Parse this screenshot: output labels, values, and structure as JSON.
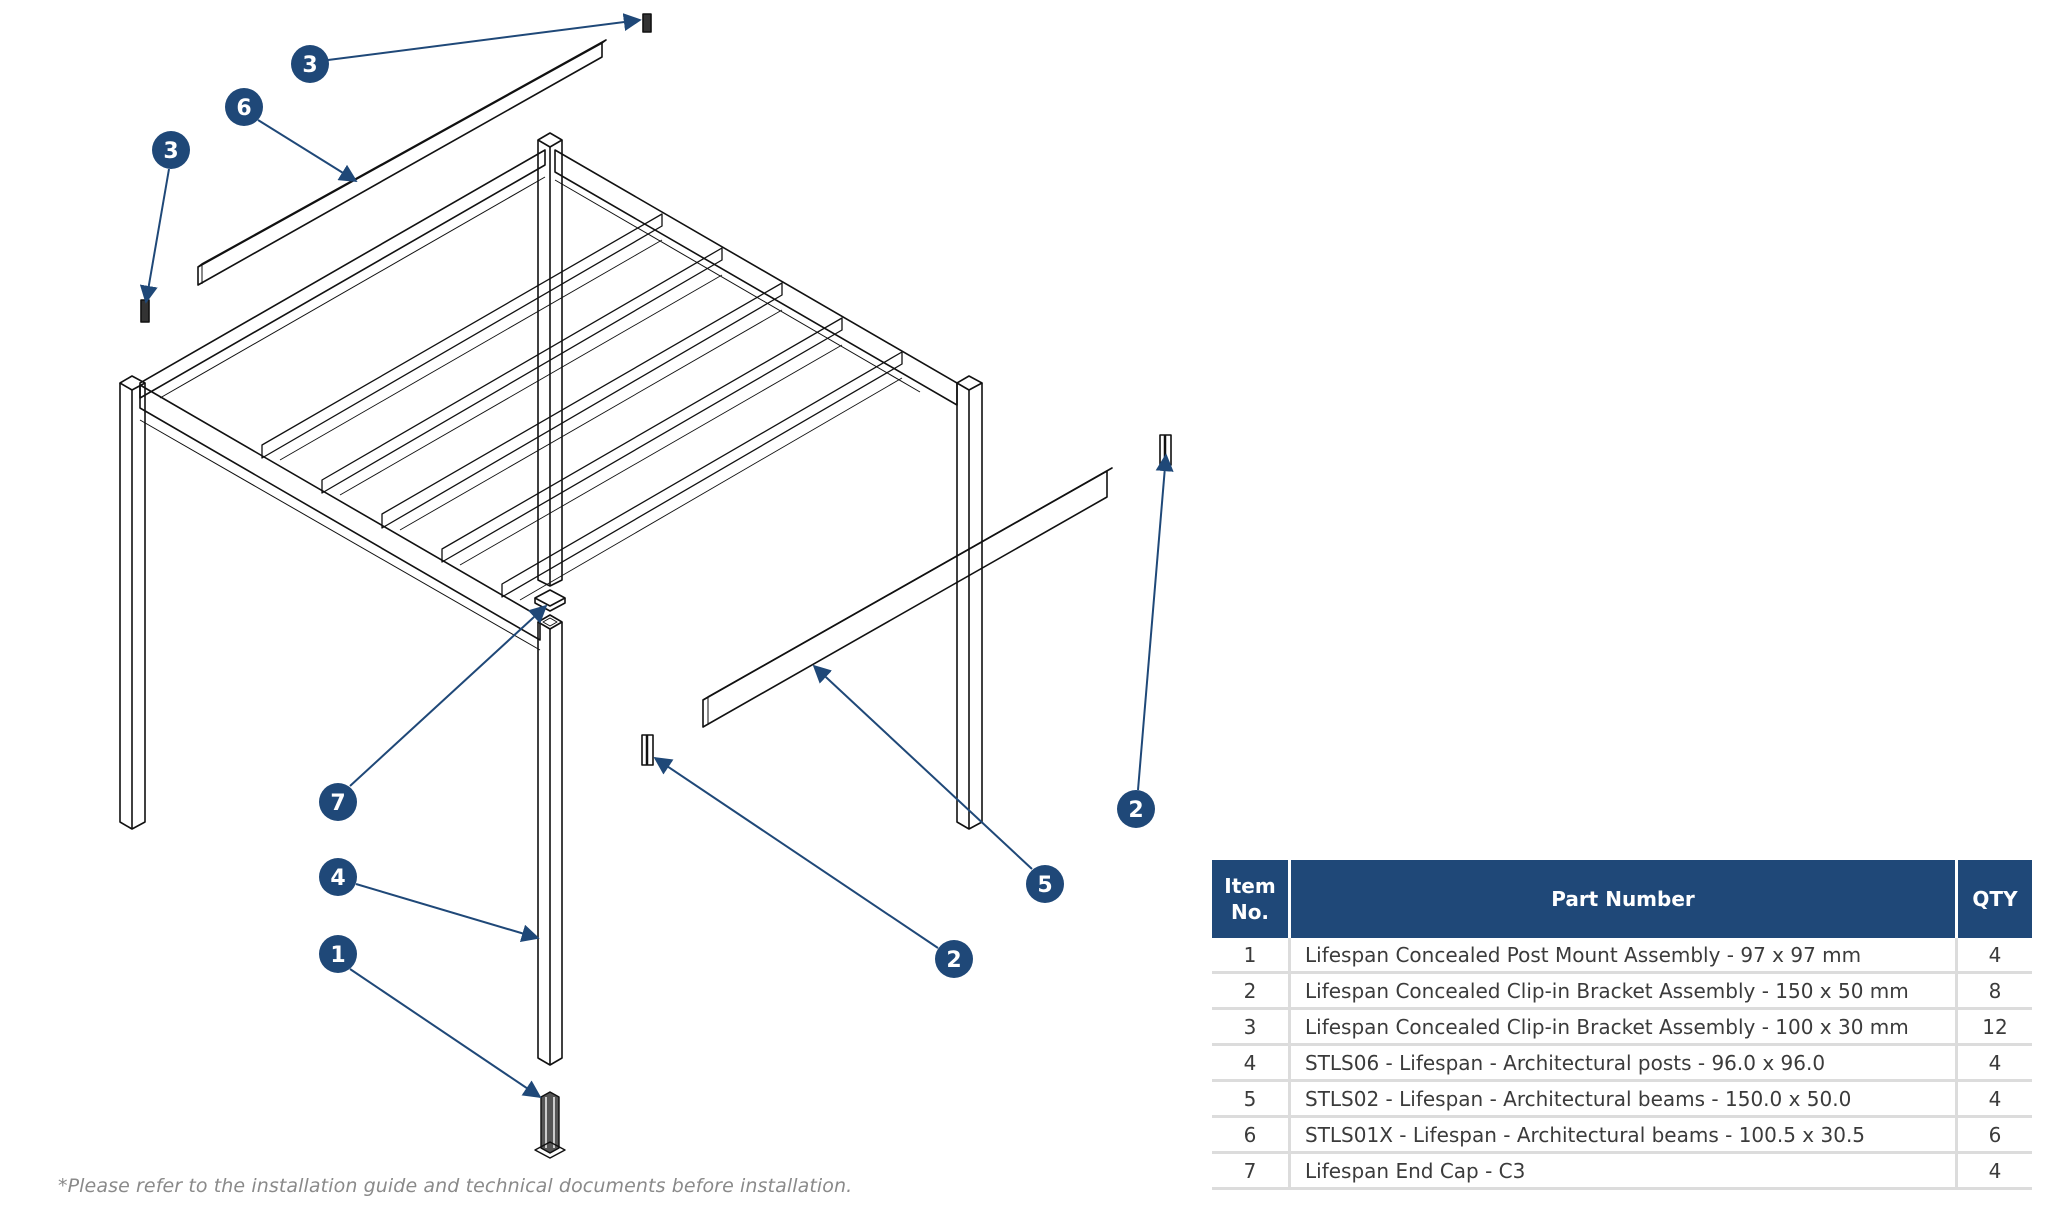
{
  "diagram": {
    "title": "Lifespan pergola exploded assembly",
    "callout_color": "#1f4878",
    "callouts": [
      {
        "label": "3",
        "target": "bracket-100x30-top"
      },
      {
        "label": "6",
        "target": "beam-100x30"
      },
      {
        "label": "3",
        "target": "bracket-100x30-left"
      },
      {
        "label": "7",
        "target": "end-cap"
      },
      {
        "label": "4",
        "target": "post"
      },
      {
        "label": "1",
        "target": "post-mount"
      },
      {
        "label": "2",
        "target": "bracket-150x50-mid"
      },
      {
        "label": "5",
        "target": "beam-150x50"
      },
      {
        "label": "2",
        "target": "bracket-150x50-right"
      }
    ]
  },
  "bom_table": {
    "header_color": "#1f4878",
    "columns": {
      "item_no_line1": "Item",
      "item_no_line2": "No.",
      "part_number": "Part Number",
      "qty": "QTY"
    },
    "rows": [
      {
        "item": "1",
        "part": "Lifespan Concealed Post Mount Assembly - 97 x 97 mm",
        "qty": "4"
      },
      {
        "item": "2",
        "part": "Lifespan Concealed Clip-in Bracket Assembly - 150 x 50 mm",
        "qty": "8"
      },
      {
        "item": "3",
        "part": "Lifespan Concealed Clip-in Bracket Assembly - 100 x 30 mm",
        "qty": "12"
      },
      {
        "item": "4",
        "part": "STLS06 - Lifespan - Architectural posts - 96.0 x 96.0",
        "qty": "4"
      },
      {
        "item": "5",
        "part": "STLS02 - Lifespan - Architectural beams - 150.0 x 50.0",
        "qty": "4"
      },
      {
        "item": "6",
        "part": "STLS01X - Lifespan - Architectural beams - 100.5 x 30.5",
        "qty": "6"
      },
      {
        "item": "7",
        "part": "Lifespan End Cap - C3",
        "qty": "4"
      }
    ]
  },
  "footnote": "*Please refer to the installation guide and technical documents before installation."
}
